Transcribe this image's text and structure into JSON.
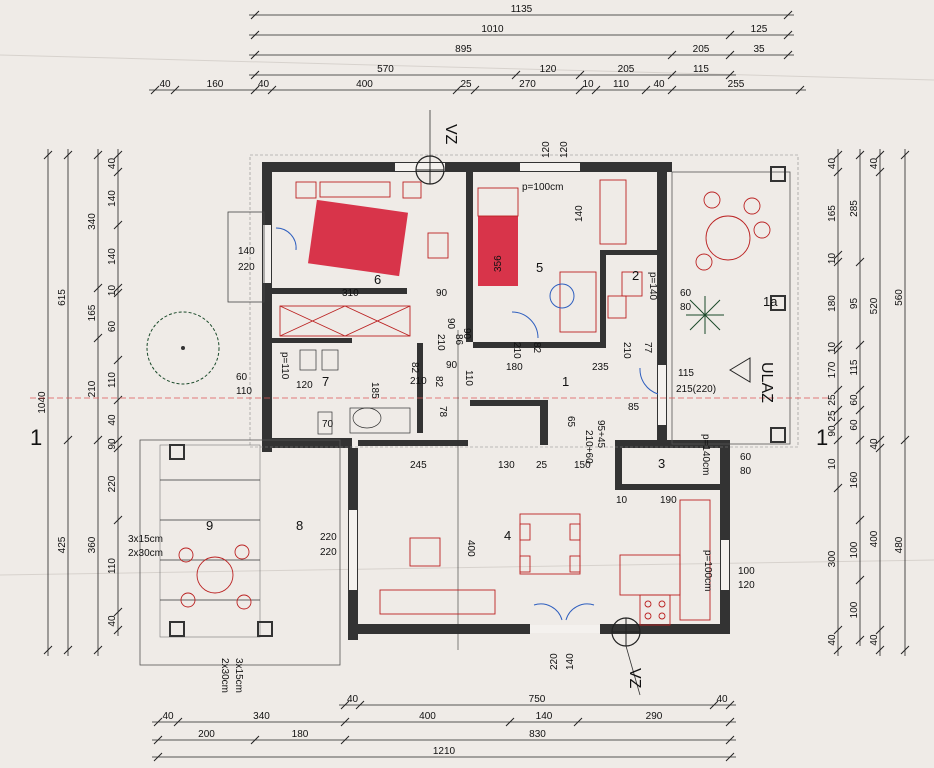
{
  "top_dimensions": [
    {
      "row": 0,
      "segments": [
        {
          "label": "1135"
        }
      ]
    },
    {
      "row": 1,
      "segments": [
        {
          "label": "1010"
        },
        {
          "label": "125"
        }
      ]
    },
    {
      "row": 2,
      "segments": [
        {
          "label": "895"
        },
        {
          "label": "205"
        },
        {
          "label": "35"
        }
      ]
    },
    {
      "row": 3,
      "segments": [
        {
          "label": "570"
        },
        {
          "label": "120"
        },
        {
          "label": "205"
        },
        {
          "label": "115"
        }
      ]
    },
    {
      "row": 4,
      "segments": [
        {
          "label": "40"
        },
        {
          "label": "160"
        },
        {
          "label": "40"
        },
        {
          "label": "400"
        },
        {
          "label": "25"
        },
        {
          "label": "270"
        },
        {
          "label": "10"
        },
        {
          "label": "110"
        },
        {
          "label": "40"
        },
        {
          "label": "255"
        }
      ]
    }
  ],
  "bottom_dimensions": [
    {
      "row": 0,
      "segments": [
        {
          "label": "40"
        },
        {
          "label": "750"
        },
        {
          "label": "40"
        }
      ]
    },
    {
      "row": 1,
      "segments": [
        {
          "label": "40"
        },
        {
          "label": "340"
        },
        {
          "label": "400"
        },
        {
          "label": "140"
        },
        {
          "label": "290"
        }
      ]
    },
    {
      "row": 2,
      "segments": [
        {
          "label": "200"
        },
        {
          "label": "180"
        },
        {
          "label": "830"
        }
      ]
    },
    {
      "row": 3,
      "segments": [
        {
          "label": "1210"
        }
      ]
    }
  ],
  "left_dimensions": [
    {
      "col": 0,
      "segments": [
        {
          "label": "1040"
        }
      ]
    },
    {
      "col": 1,
      "segments": [
        {
          "label": "615"
        },
        {
          "label": "425"
        }
      ]
    },
    {
      "col": 2,
      "segments": [
        {
          "label": "340"
        },
        {
          "label": "165"
        },
        {
          "label": "210"
        },
        {
          "label": "360"
        }
      ]
    },
    {
      "col": 3,
      "segments": [
        {
          "label": "40"
        },
        {
          "label": "140"
        },
        {
          "label": "140"
        },
        {
          "label": "10"
        },
        {
          "label": "60"
        },
        {
          "label": "110"
        },
        {
          "label": "40"
        },
        {
          "label": "90"
        },
        {
          "label": "220"
        },
        {
          "label": "110"
        },
        {
          "label": "40"
        }
      ]
    }
  ],
  "right_dimensions": [
    {
      "col": 0,
      "segments": [
        {
          "label": "40"
        },
        {
          "label": "165"
        },
        {
          "label": "10"
        },
        {
          "label": "180"
        },
        {
          "label": "10"
        },
        {
          "label": "170"
        },
        {
          "label": "25"
        },
        {
          "label": "25"
        },
        {
          "label": "90"
        },
        {
          "label": "10"
        },
        {
          "label": "300"
        },
        {
          "label": "40"
        }
      ]
    },
    {
      "col": 1,
      "segments": [
        {
          "label": "285"
        },
        {
          "label": "95"
        },
        {
          "label": "115"
        },
        {
          "label": "60"
        },
        {
          "label": "60"
        },
        {
          "label": "160"
        },
        {
          "label": "100"
        },
        {
          "label": "100"
        }
      ]
    },
    {
      "col": 2,
      "segments": [
        {
          "label": "40"
        },
        {
          "label": "520"
        },
        {
          "label": "40"
        },
        {
          "label": "400"
        },
        {
          "label": "40"
        }
      ]
    },
    {
      "col": 3,
      "segments": [
        {
          "label": "560"
        },
        {
          "label": "480"
        }
      ]
    }
  ],
  "rooms": [
    {
      "num": "1"
    },
    {
      "num": "1a"
    },
    {
      "num": "2"
    },
    {
      "num": "3"
    },
    {
      "num": "4"
    },
    {
      "num": "5"
    },
    {
      "num": "6"
    },
    {
      "num": "7"
    },
    {
      "num": "8"
    },
    {
      "num": "9"
    }
  ],
  "section_marks": {
    "vz_top": "VZ",
    "vz_bottom": "VZ",
    "left": "1",
    "right": "1"
  },
  "entrance_label": "ULAZ",
  "inner_labels": {
    "p100_top": "p=100cm",
    "dim_120_120_a": "120",
    "dim_120_120_b": "120",
    "dim_140": "140",
    "val_356": "356",
    "w140_220_a": "140",
    "w140_220_b": "220",
    "d310": "310",
    "d90": "90",
    "p140_2": "p=140",
    "d60": "60",
    "d80": "80",
    "d90b": "90",
    "d90c": "90",
    "d210a": "210",
    "d82a": "82",
    "d210b": "210",
    "d77": "77",
    "d180": "180",
    "d235": "235",
    "d115": "115",
    "d215": "215(220)",
    "d85": "85",
    "p110": "p=110",
    "d60b": "60",
    "d110b": "110",
    "d120b": "120",
    "d82b": "82",
    "d185": "185",
    "d210c": "210",
    "d82c": "82",
    "d110c": "110",
    "d70": "70",
    "d78": "78",
    "d65": "65",
    "d210_60": "210+60",
    "d95_45": "95+45",
    "d245": "245",
    "d130": "130",
    "d25": "25",
    "d150": "150",
    "p140_3": "p=140cm",
    "d60c": "60",
    "d80c": "80",
    "d10": "10",
    "d190": "190",
    "d400": "400",
    "d220a": "220",
    "d220b": "220",
    "p100_kitchen": "p=100cm",
    "d100": "100",
    "d120c": "120",
    "door140": "140",
    "door220": "220",
    "tile1": "3x15cm",
    "tile2": "2x30cm",
    "tile3": "3x15cm",
    "tile4": "2x30cm",
    "d210d": "210",
    "d86": "86",
    "d90e": "90"
  }
}
